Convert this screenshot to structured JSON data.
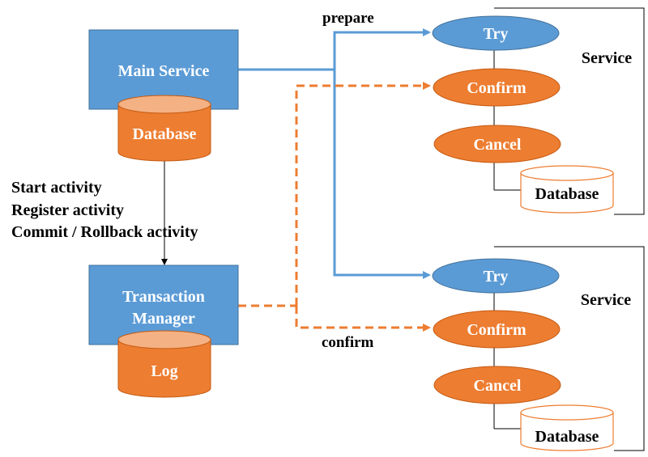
{
  "colors": {
    "blue_fill": "#5B9BD5",
    "blue_stroke": "#41719C",
    "orange_fill": "#ED7D31",
    "orange_stroke": "#C55A11",
    "orange_top": "#F4B183",
    "line_blue": "#5B9BD5",
    "line_orange": "#ED7D31",
    "frame": "#000000"
  },
  "main_service": {
    "label": "Main Service",
    "database_label": "Database"
  },
  "activities": [
    "Start activity",
    "Register activity",
    "Commit / Rollback activity"
  ],
  "transaction_manager": {
    "label_line1": "Transaction",
    "label_line2": "Manager",
    "log_label": "Log"
  },
  "edges": {
    "prepare_label": "prepare",
    "confirm_label": "confirm"
  },
  "services": [
    {
      "label": "Service",
      "try_label": "Try",
      "confirm_label": "Confirm",
      "cancel_label": "Cancel",
      "database_label": "Database"
    },
    {
      "label": "Service",
      "try_label": "Try",
      "confirm_label": "Confirm",
      "cancel_label": "Cancel",
      "database_label": "Database"
    }
  ]
}
